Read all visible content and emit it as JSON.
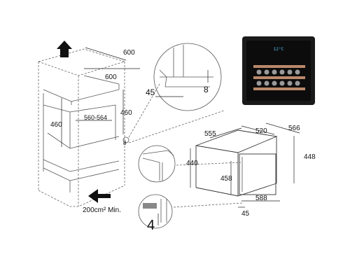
{
  "niche": {
    "depth": "600",
    "inner_width": "600",
    "opening_height_left": "460",
    "opening_width": "560-564",
    "opening_height_right": "460",
    "gap": "8"
  },
  "ventilation": {
    "label": "200cm² Min."
  },
  "detail_top": {
    "offset": "45",
    "clearance": "8"
  },
  "appliance": {
    "front_width": "555",
    "body_width": "520",
    "depth": "566",
    "height": "448",
    "body_height": "440",
    "inner_height": "458",
    "base_width": "588",
    "offset": "45"
  },
  "detail_bottom": {
    "clearance": "4"
  },
  "photo": {
    "display_text": "12°C",
    "colors": {
      "frame": "#1a1a1a",
      "glass": "#0c0c0c",
      "shelf": "#b9896a",
      "display": "#4fc3f7"
    }
  }
}
